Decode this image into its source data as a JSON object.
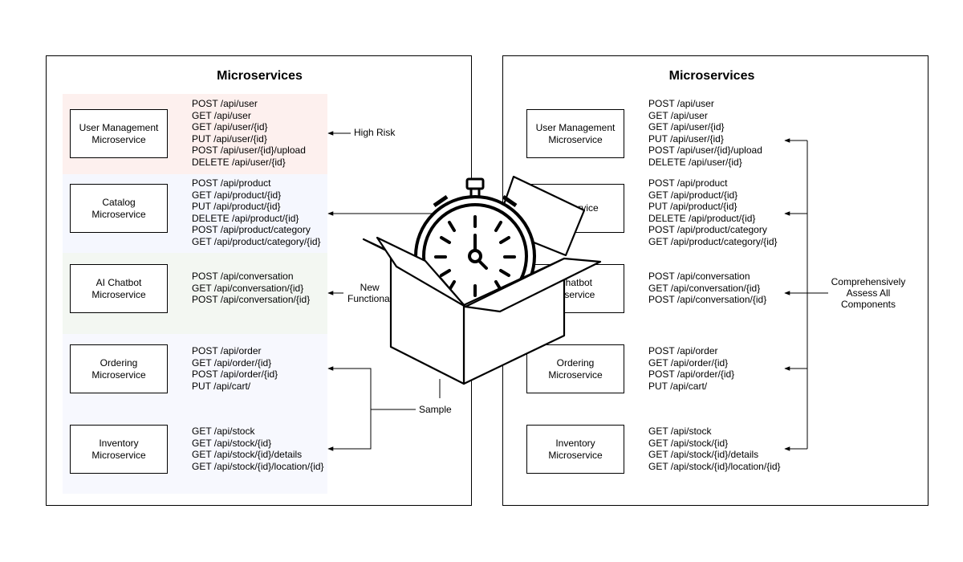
{
  "left_panel": {
    "title": "Microservices",
    "services": [
      {
        "name": "User Management\nMicroservice",
        "endpoints": [
          "POST /api/user",
          "GET /api/user",
          "GET /api/user/{id}",
          "PUT /api/user/{id}",
          "POST /api/user/{id}/upload",
          "DELETE /api/user/{id}"
        ]
      },
      {
        "name": "Catalog Microservice",
        "endpoints": [
          "POST /api/product",
          "GET /api/product/{id}",
          "PUT /api/product/{id}",
          "DELETE /api/product/{id}",
          "POST /api/product/category",
          "GET /api/product/category/{id}"
        ]
      },
      {
        "name": "AI Chatbot\nMicroservice",
        "endpoints": [
          "POST /api/conversation",
          "GET /api/conversation/{id}",
          "POST /api/conversation/{id}"
        ]
      },
      {
        "name": "Ordering Microservice",
        "endpoints": [
          "POST /api/order",
          "GET /api/order/{id}",
          "POST /api/order/{id}",
          "PUT /api/cart/"
        ]
      },
      {
        "name": "Inventory\nMicroservice",
        "endpoints": [
          "GET /api/stock",
          "GET /api/stock/{id}",
          "GET /api/stock/{id}/details",
          "GET /api/stock/{id}/location/{id}"
        ]
      }
    ],
    "annotations": {
      "high_risk": "High Risk",
      "new_functionality": "New\nFunctional",
      "sample": "Sample"
    },
    "band_colors": [
      "#fdf0ee",
      "#f5f7fe",
      "#f3f7f2",
      "#f7f8fe",
      "#f7f8fe"
    ]
  },
  "right_panel": {
    "title": "Microservices",
    "services": [
      {
        "name": "User Management\nMicroservice",
        "endpoints": [
          "POST /api/user",
          "GET /api/user",
          "GET /api/user/{id}",
          "PUT /api/user/{id}",
          "POST /api/user/{id}/upload",
          "DELETE /api/user/{id}"
        ]
      },
      {
        "name": "icroservice",
        "endpoints": [
          "POST /api/product",
          "GET /api/product/{id}",
          "PUT /api/product/{id}",
          "DELETE /api/product/{id}",
          "POST /api/product/category",
          "GET /api/product/category/{id}"
        ]
      },
      {
        "name": "Chatbot\nroservice",
        "endpoints": [
          "POST /api/conversation",
          "GET /api/conversation/{id}",
          "POST /api/conversation/{id}"
        ]
      },
      {
        "name": "Ordering Microservice",
        "endpoints": [
          "POST /api/order",
          "GET /api/order/{id}",
          "POST /api/order/{id}",
          "PUT /api/cart/"
        ]
      },
      {
        "name": "Inventory\nMicroservice",
        "endpoints": [
          "GET /api/stock",
          "GET /api/stock/{id}",
          "GET /api/stock/{id}/details",
          "GET /api/stock/{id}/location/{id}"
        ]
      }
    ],
    "annotation": "Comprehensively\nAssess All\nComponents"
  },
  "overlay": {
    "icon": "box-with-stopwatch-icon"
  }
}
